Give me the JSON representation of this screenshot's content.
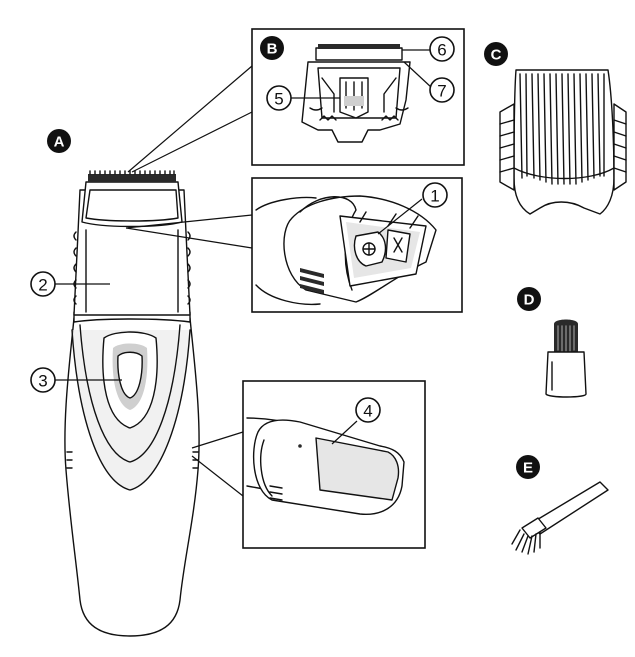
{
  "components": [
    {
      "id": "A",
      "label": "A"
    },
    {
      "id": "B",
      "label": "B"
    },
    {
      "id": "C",
      "label": "C"
    },
    {
      "id": "D",
      "label": "D"
    },
    {
      "id": "E",
      "label": "E"
    }
  ],
  "callouts": [
    {
      "id": "1",
      "label": "1"
    },
    {
      "id": "2",
      "label": "2"
    },
    {
      "id": "3",
      "label": "3"
    },
    {
      "id": "4",
      "label": "4"
    },
    {
      "id": "5",
      "label": "5"
    },
    {
      "id": "6",
      "label": "6"
    },
    {
      "id": "7",
      "label": "7"
    }
  ]
}
